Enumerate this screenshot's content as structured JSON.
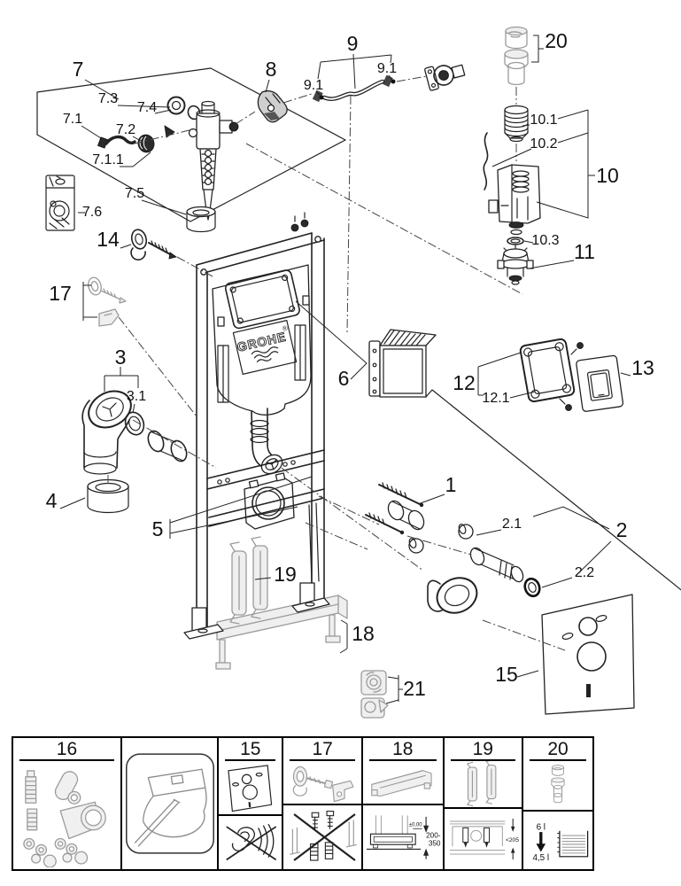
{
  "diagram": {
    "brand": "GROHE",
    "registered": "®",
    "labels": {
      "p1": "1",
      "p2": "2",
      "p2_1": "2.1",
      "p2_2": "2.2",
      "p3": "3",
      "p3_1": "3.1",
      "p4": "4",
      "p5": "5",
      "p6": "6",
      "p7": "7",
      "p7_1": "7.1",
      "p7_1_1": "7.1.1",
      "p7_2": "7.2",
      "p7_3": "7.3",
      "p7_4": "7.4",
      "p7_5": "7.5",
      "p7_6": "7.6",
      "p8": "8",
      "p9": "9",
      "p9_1a": "9.1",
      "p9_1b": "9.1",
      "p10": "10",
      "p10_1": "10.1",
      "p10_2": "10.2",
      "p10_3": "10.3",
      "p11": "11",
      "p12": "12",
      "p12_1": "12.1",
      "p13": "13",
      "p14": "14",
      "p15": "15",
      "p17": "17",
      "p18": "18",
      "p19": "19",
      "p20": "20",
      "p21": "21"
    }
  },
  "table": {
    "columns": [
      {
        "header": "16",
        "icon": "fastener-set-icon"
      },
      {
        "header": "",
        "icon": "toilet-installation-icon"
      },
      {
        "header": "15",
        "top_icon": "sound-insulation-mat-icon",
        "bottom_icon": "no-noise-ear-icon"
      },
      {
        "header": "17",
        "top_icon": "wall-bracket-icon",
        "bottom_icon": "no-separate-fixing-icon"
      },
      {
        "header": "18",
        "top_icon": "floor-rail-icon",
        "dim_zero": "±0,00",
        "dim_range_line1": "200-",
        "dim_range_line2": "350"
      },
      {
        "header": "19",
        "top_icon": "support-strap-icon",
        "dim_max": "<205"
      },
      {
        "header": "20",
        "top_icon": "flush-pipe-icon",
        "flush_full": "6 l",
        "flush_reduced": "4,5 l"
      }
    ]
  }
}
